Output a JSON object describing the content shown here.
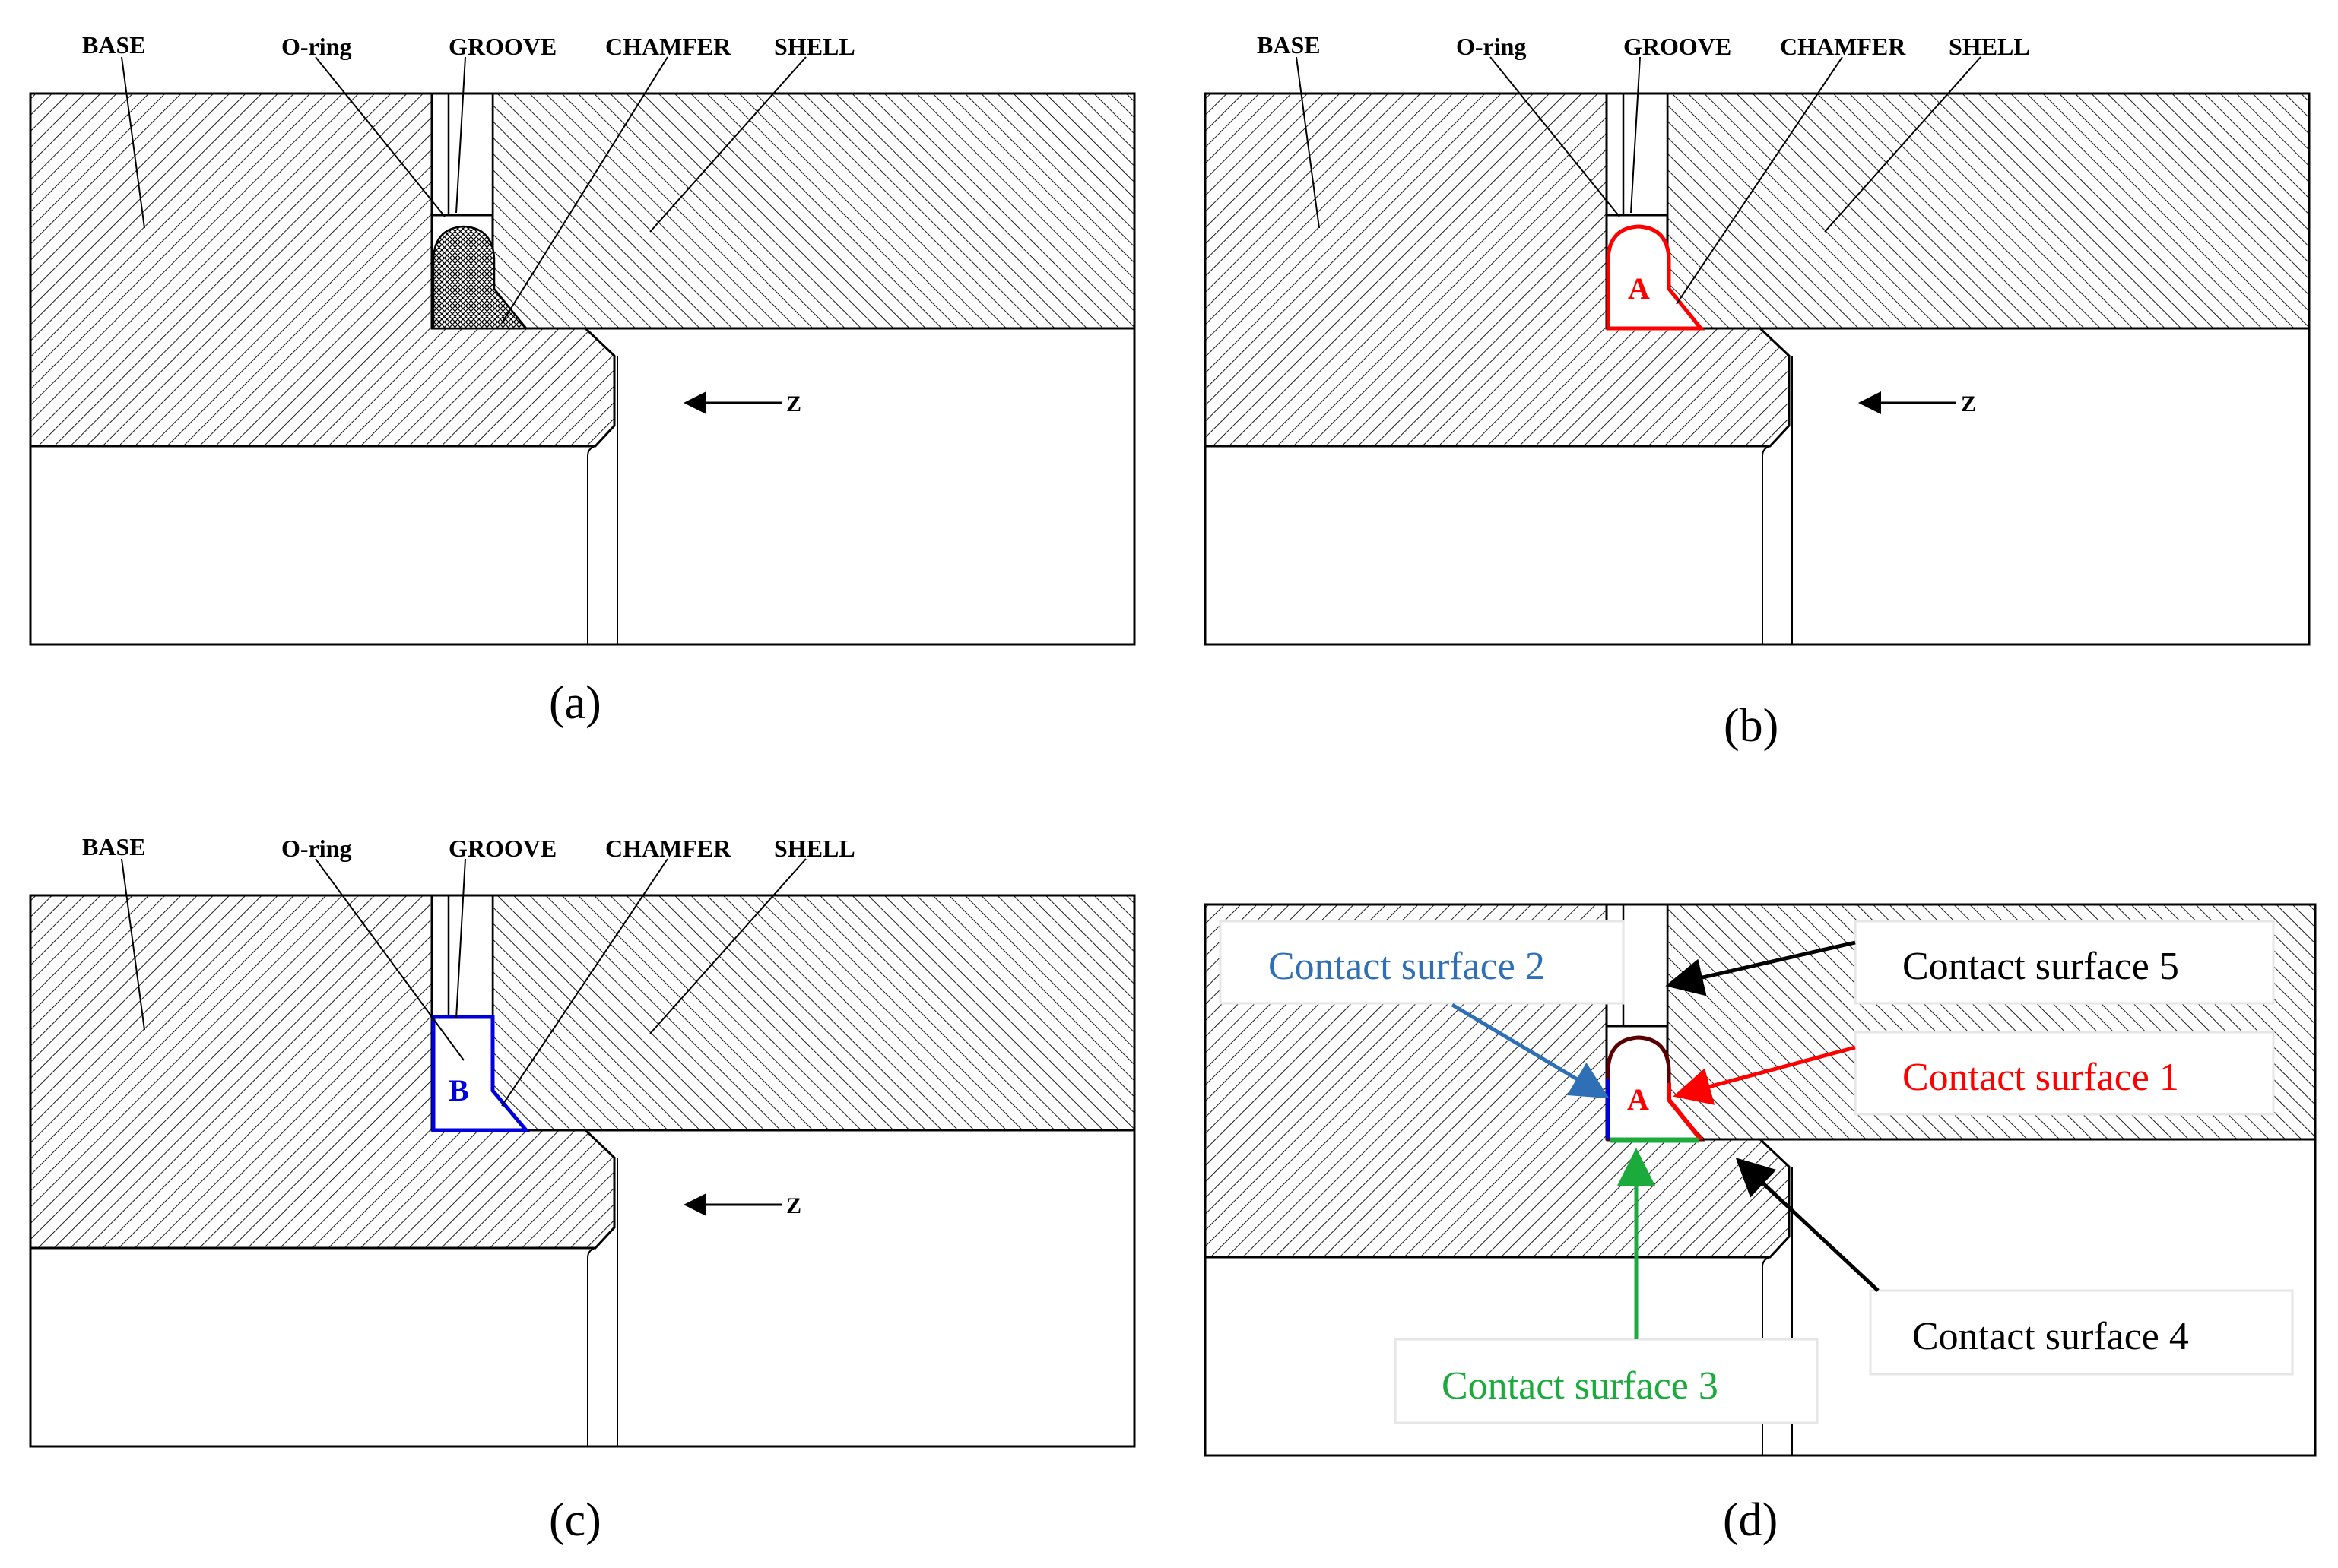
{
  "panels": {
    "a": {
      "caption": "(a)",
      "labels": {
        "base": "BASE",
        "oring": "O-ring",
        "groove": "GROOVE",
        "chamfer": "CHAMFER",
        "shell": "SHELL"
      },
      "axis_label": "Z"
    },
    "b": {
      "caption": "(b)",
      "labels": {
        "base": "BASE",
        "oring": "O-ring",
        "groove": "GROOVE",
        "chamfer": "CHAMFER",
        "shell": "SHELL"
      },
      "axis_label": "Z",
      "region_label": "A"
    },
    "c": {
      "caption": "(c)",
      "labels": {
        "base": "BASE",
        "oring": "O-ring",
        "groove": "GROOVE",
        "chamfer": "CHAMFER",
        "shell": "SHELL"
      },
      "axis_label": "Z",
      "region_label": "B"
    },
    "d": {
      "caption": "(d)",
      "region_label": "A",
      "callouts": {
        "cs1": "Contact surface 1",
        "cs2": "Contact surface 2",
        "cs3": "Contact surface 3",
        "cs4": "Contact surface 4",
        "cs5": "Contact surface 5"
      }
    }
  },
  "colors": {
    "region_a": "#ff0000",
    "region_b": "#0000dd",
    "cs1": "#ff0000",
    "cs2": "#2e6fb5",
    "cs3": "#1aab3c",
    "cs4": "#000000",
    "cs5": "#000000",
    "oring_dark": "#5a0000"
  }
}
